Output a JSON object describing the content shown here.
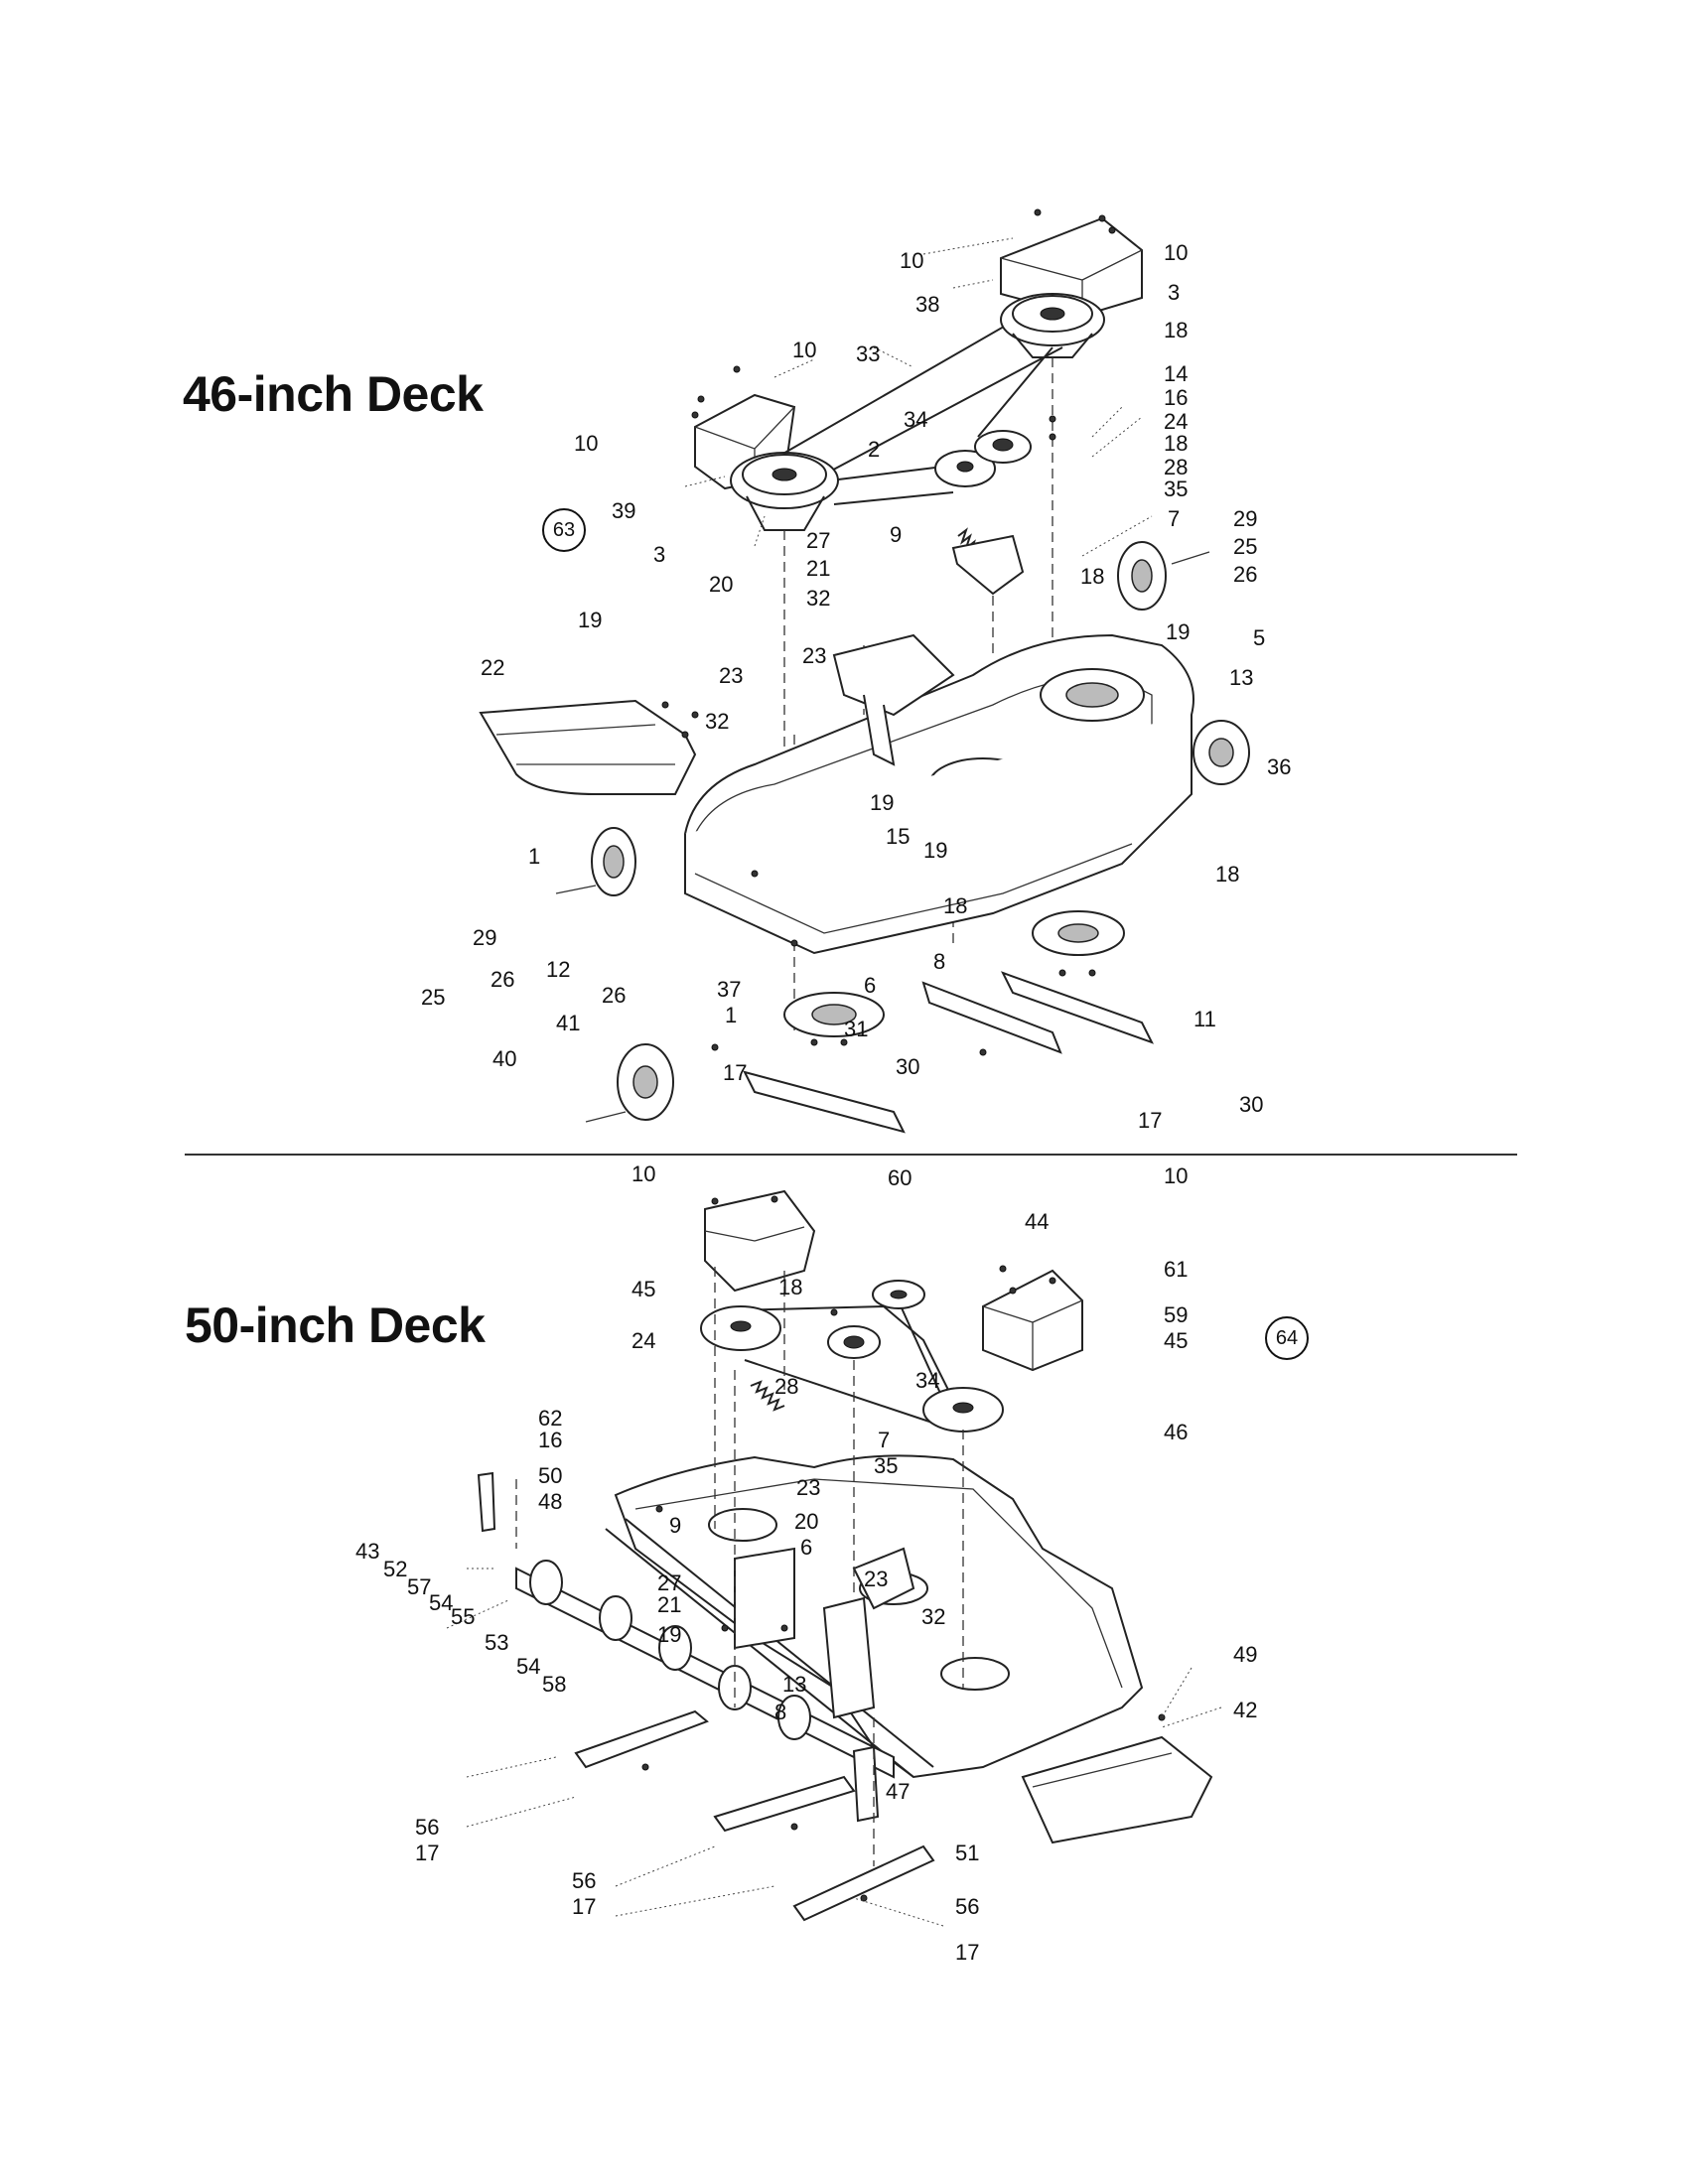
{
  "section_46": {
    "title": "46-inch Deck",
    "ref_badge": "63",
    "callouts": [
      {
        "id": "c1",
        "label": "10"
      },
      {
        "id": "c2",
        "label": "10"
      },
      {
        "id": "c3",
        "label": "38"
      },
      {
        "id": "c4",
        "label": "3"
      },
      {
        "id": "c5",
        "label": "10"
      },
      {
        "id": "c6",
        "label": "33"
      },
      {
        "id": "c7",
        "label": "18"
      },
      {
        "id": "c8",
        "label": "14"
      },
      {
        "id": "c9",
        "label": "16"
      },
      {
        "id": "c10",
        "label": "24"
      },
      {
        "id": "c11",
        "label": "18"
      },
      {
        "id": "c12",
        "label": "28"
      },
      {
        "id": "c13",
        "label": "35"
      },
      {
        "id": "c14",
        "label": "34"
      },
      {
        "id": "c15",
        "label": "2"
      },
      {
        "id": "c16",
        "label": "10"
      },
      {
        "id": "c17",
        "label": "39"
      },
      {
        "id": "c18",
        "label": "3"
      },
      {
        "id": "c19",
        "label": "27"
      },
      {
        "id": "c20",
        "label": "9"
      },
      {
        "id": "c21",
        "label": "7"
      },
      {
        "id": "c22",
        "label": "29"
      },
      {
        "id": "c23",
        "label": "25"
      },
      {
        "id": "c24",
        "label": "26"
      },
      {
        "id": "c25",
        "label": "21"
      },
      {
        "id": "c26",
        "label": "32"
      },
      {
        "id": "c27",
        "label": "20"
      },
      {
        "id": "c28",
        "label": "18"
      },
      {
        "id": "c29",
        "label": "19"
      },
      {
        "id": "c30",
        "label": "19"
      },
      {
        "id": "c31",
        "label": "5"
      },
      {
        "id": "c32",
        "label": "13"
      },
      {
        "id": "c33",
        "label": "22"
      },
      {
        "id": "c34",
        "label": "23"
      },
      {
        "id": "c35",
        "label": "23"
      },
      {
        "id": "c36",
        "label": "32"
      },
      {
        "id": "c37",
        "label": "36"
      },
      {
        "id": "c38",
        "label": "19"
      },
      {
        "id": "c39",
        "label": "15"
      },
      {
        "id": "c40",
        "label": "19"
      },
      {
        "id": "c41",
        "label": "18"
      },
      {
        "id": "c42",
        "label": "1"
      },
      {
        "id": "c43",
        "label": "18"
      },
      {
        "id": "c44",
        "label": "29"
      },
      {
        "id": "c45",
        "label": "12"
      },
      {
        "id": "c46",
        "label": "26"
      },
      {
        "id": "c47",
        "label": "25"
      },
      {
        "id": "c48",
        "label": "26"
      },
      {
        "id": "c49",
        "label": "37"
      },
      {
        "id": "c50",
        "label": "6"
      },
      {
        "id": "c51",
        "label": "8"
      },
      {
        "id": "c52",
        "label": "1"
      },
      {
        "id": "c53",
        "label": "41"
      },
      {
        "id": "c54",
        "label": "31"
      },
      {
        "id": "c55",
        "label": "11"
      },
      {
        "id": "c56",
        "label": "40"
      },
      {
        "id": "c57",
        "label": "17"
      },
      {
        "id": "c58",
        "label": "30"
      },
      {
        "id": "c59",
        "label": "17"
      },
      {
        "id": "c60",
        "label": "30"
      }
    ]
  },
  "section_50": {
    "title": "50-inch Deck",
    "ref_badge": "64",
    "callouts": [
      {
        "id": "d1",
        "label": "10"
      },
      {
        "id": "d2",
        "label": "60"
      },
      {
        "id": "d3",
        "label": "10"
      },
      {
        "id": "d4",
        "label": "44"
      },
      {
        "id": "d5",
        "label": "45"
      },
      {
        "id": "d6",
        "label": "18"
      },
      {
        "id": "d7",
        "label": "61"
      },
      {
        "id": "d8",
        "label": "59"
      },
      {
        "id": "d9",
        "label": "45"
      },
      {
        "id": "d10",
        "label": "24"
      },
      {
        "id": "d11",
        "label": "34"
      },
      {
        "id": "d12",
        "label": "28"
      },
      {
        "id": "d13",
        "label": "7"
      },
      {
        "id": "d14",
        "label": "46"
      },
      {
        "id": "d15",
        "label": "62"
      },
      {
        "id": "d16",
        "label": "16"
      },
      {
        "id": "d17",
        "label": "35"
      },
      {
        "id": "d18",
        "label": "50"
      },
      {
        "id": "d19",
        "label": "48"
      },
      {
        "id": "d20",
        "label": "23"
      },
      {
        "id": "d21",
        "label": "9"
      },
      {
        "id": "d22",
        "label": "20"
      },
      {
        "id": "d23",
        "label": "6"
      },
      {
        "id": "d24",
        "label": "43"
      },
      {
        "id": "d25",
        "label": "52"
      },
      {
        "id": "d26",
        "label": "57"
      },
      {
        "id": "d27",
        "label": "54"
      },
      {
        "id": "d28",
        "label": "55"
      },
      {
        "id": "d29",
        "label": "27"
      },
      {
        "id": "d30",
        "label": "21"
      },
      {
        "id": "d31",
        "label": "23"
      },
      {
        "id": "d32",
        "label": "32"
      },
      {
        "id": "d33",
        "label": "19"
      },
      {
        "id": "d34",
        "label": "53"
      },
      {
        "id": "d35",
        "label": "54"
      },
      {
        "id": "d36",
        "label": "58"
      },
      {
        "id": "d37",
        "label": "13"
      },
      {
        "id": "d38",
        "label": "49"
      },
      {
        "id": "d39",
        "label": "42"
      },
      {
        "id": "d40",
        "label": "8"
      },
      {
        "id": "d41",
        "label": "47"
      },
      {
        "id": "d42",
        "label": "56"
      },
      {
        "id": "d43",
        "label": "17"
      },
      {
        "id": "d44",
        "label": "51"
      },
      {
        "id": "d45",
        "label": "56"
      },
      {
        "id": "d46",
        "label": "17"
      },
      {
        "id": "d47",
        "label": "56"
      },
      {
        "id": "d48",
        "label": "17"
      }
    ]
  }
}
